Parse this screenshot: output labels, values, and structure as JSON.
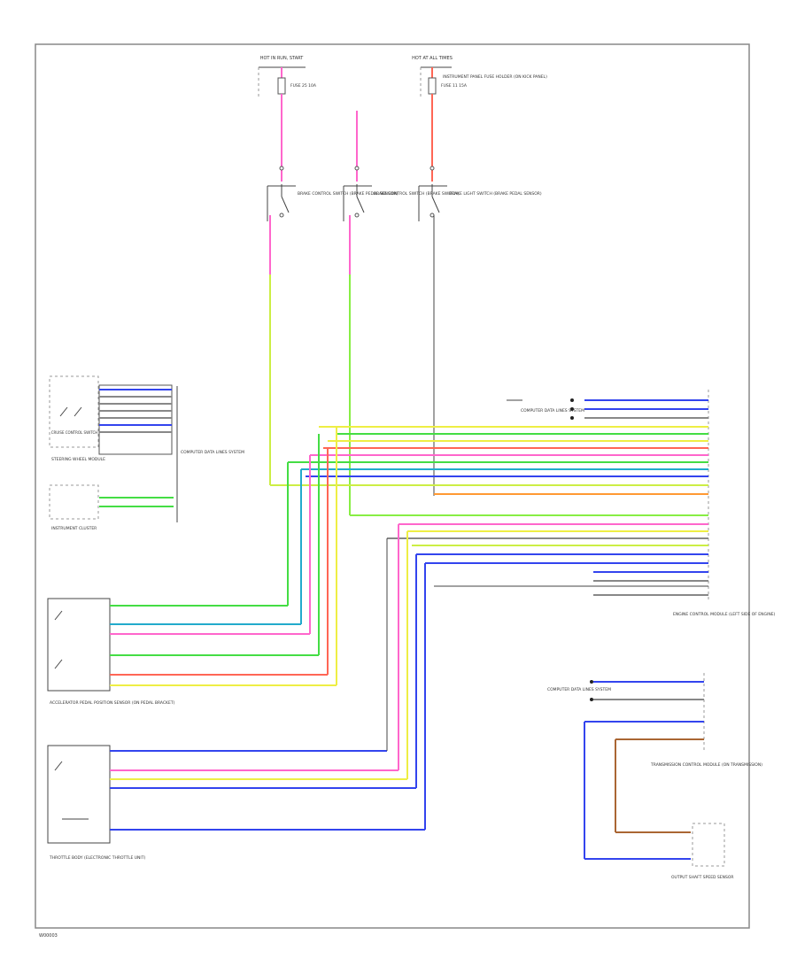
{
  "labels": {
    "hot_left": "HOT IN RUN, START",
    "hot_right": "HOT AT ALL TIMES",
    "fuse_a": "FUSE 25 10A",
    "fuse_b": "FUSE 11 15A",
    "right_fuse_note": "INSTRUMENT PANEL FUSE HOLDER (ON KICK PANEL)",
    "sw1": "BRAKE CONTROL SWITCH (BRAKE PEDAL SENSOR)",
    "sw2": "BRAKE CONTROL SWITCH (BRAKE SWITCH)",
    "sw3": "BRAKE LIGHT SWITCH (BRAKE PEDAL SENSOR)",
    "cruise_switch": "CRUISE CONTROL SWITCH",
    "steering_module": "STEERING WHEEL MODULE",
    "instrument_cluster": "INSTRUMENT CLUSTER",
    "cluster_systems": "COMPUTER DATA LINES SYSTEM",
    "accel_sensor": "ACCELERATOR PEDAL POSITION SENSOR (ON PEDAL BRACKET)",
    "throttle_unit": "THROTTLE BODY (ELECTRONIC THROTTLE UNIT)",
    "ecm": "ENGINE CONTROL MODULE (LEFT SIDE OF ENGINE)",
    "tcm": "TRANSMISSION CONTROL MODULE (ON TRANSMISSION)",
    "speed_sensor": "OUTPUT SHAFT SPEED SENSOR",
    "ecm_data_lines": "COMPUTER DATA LINES SYSTEM",
    "tcm_data_lines": "COMPUTER DATA LINES SYSTEM",
    "footer": "W00003"
  },
  "wire_colors": {
    "pink": "#ff66cc",
    "red": "#ff6655",
    "green": "#44dd44",
    "yellow": "#eeee44",
    "blue": "#3344ee",
    "orange": "#ff9933",
    "brown": "#aa6633",
    "teal": "#22aacc",
    "gray": "#888888",
    "yellow_green": "#ccee44"
  }
}
